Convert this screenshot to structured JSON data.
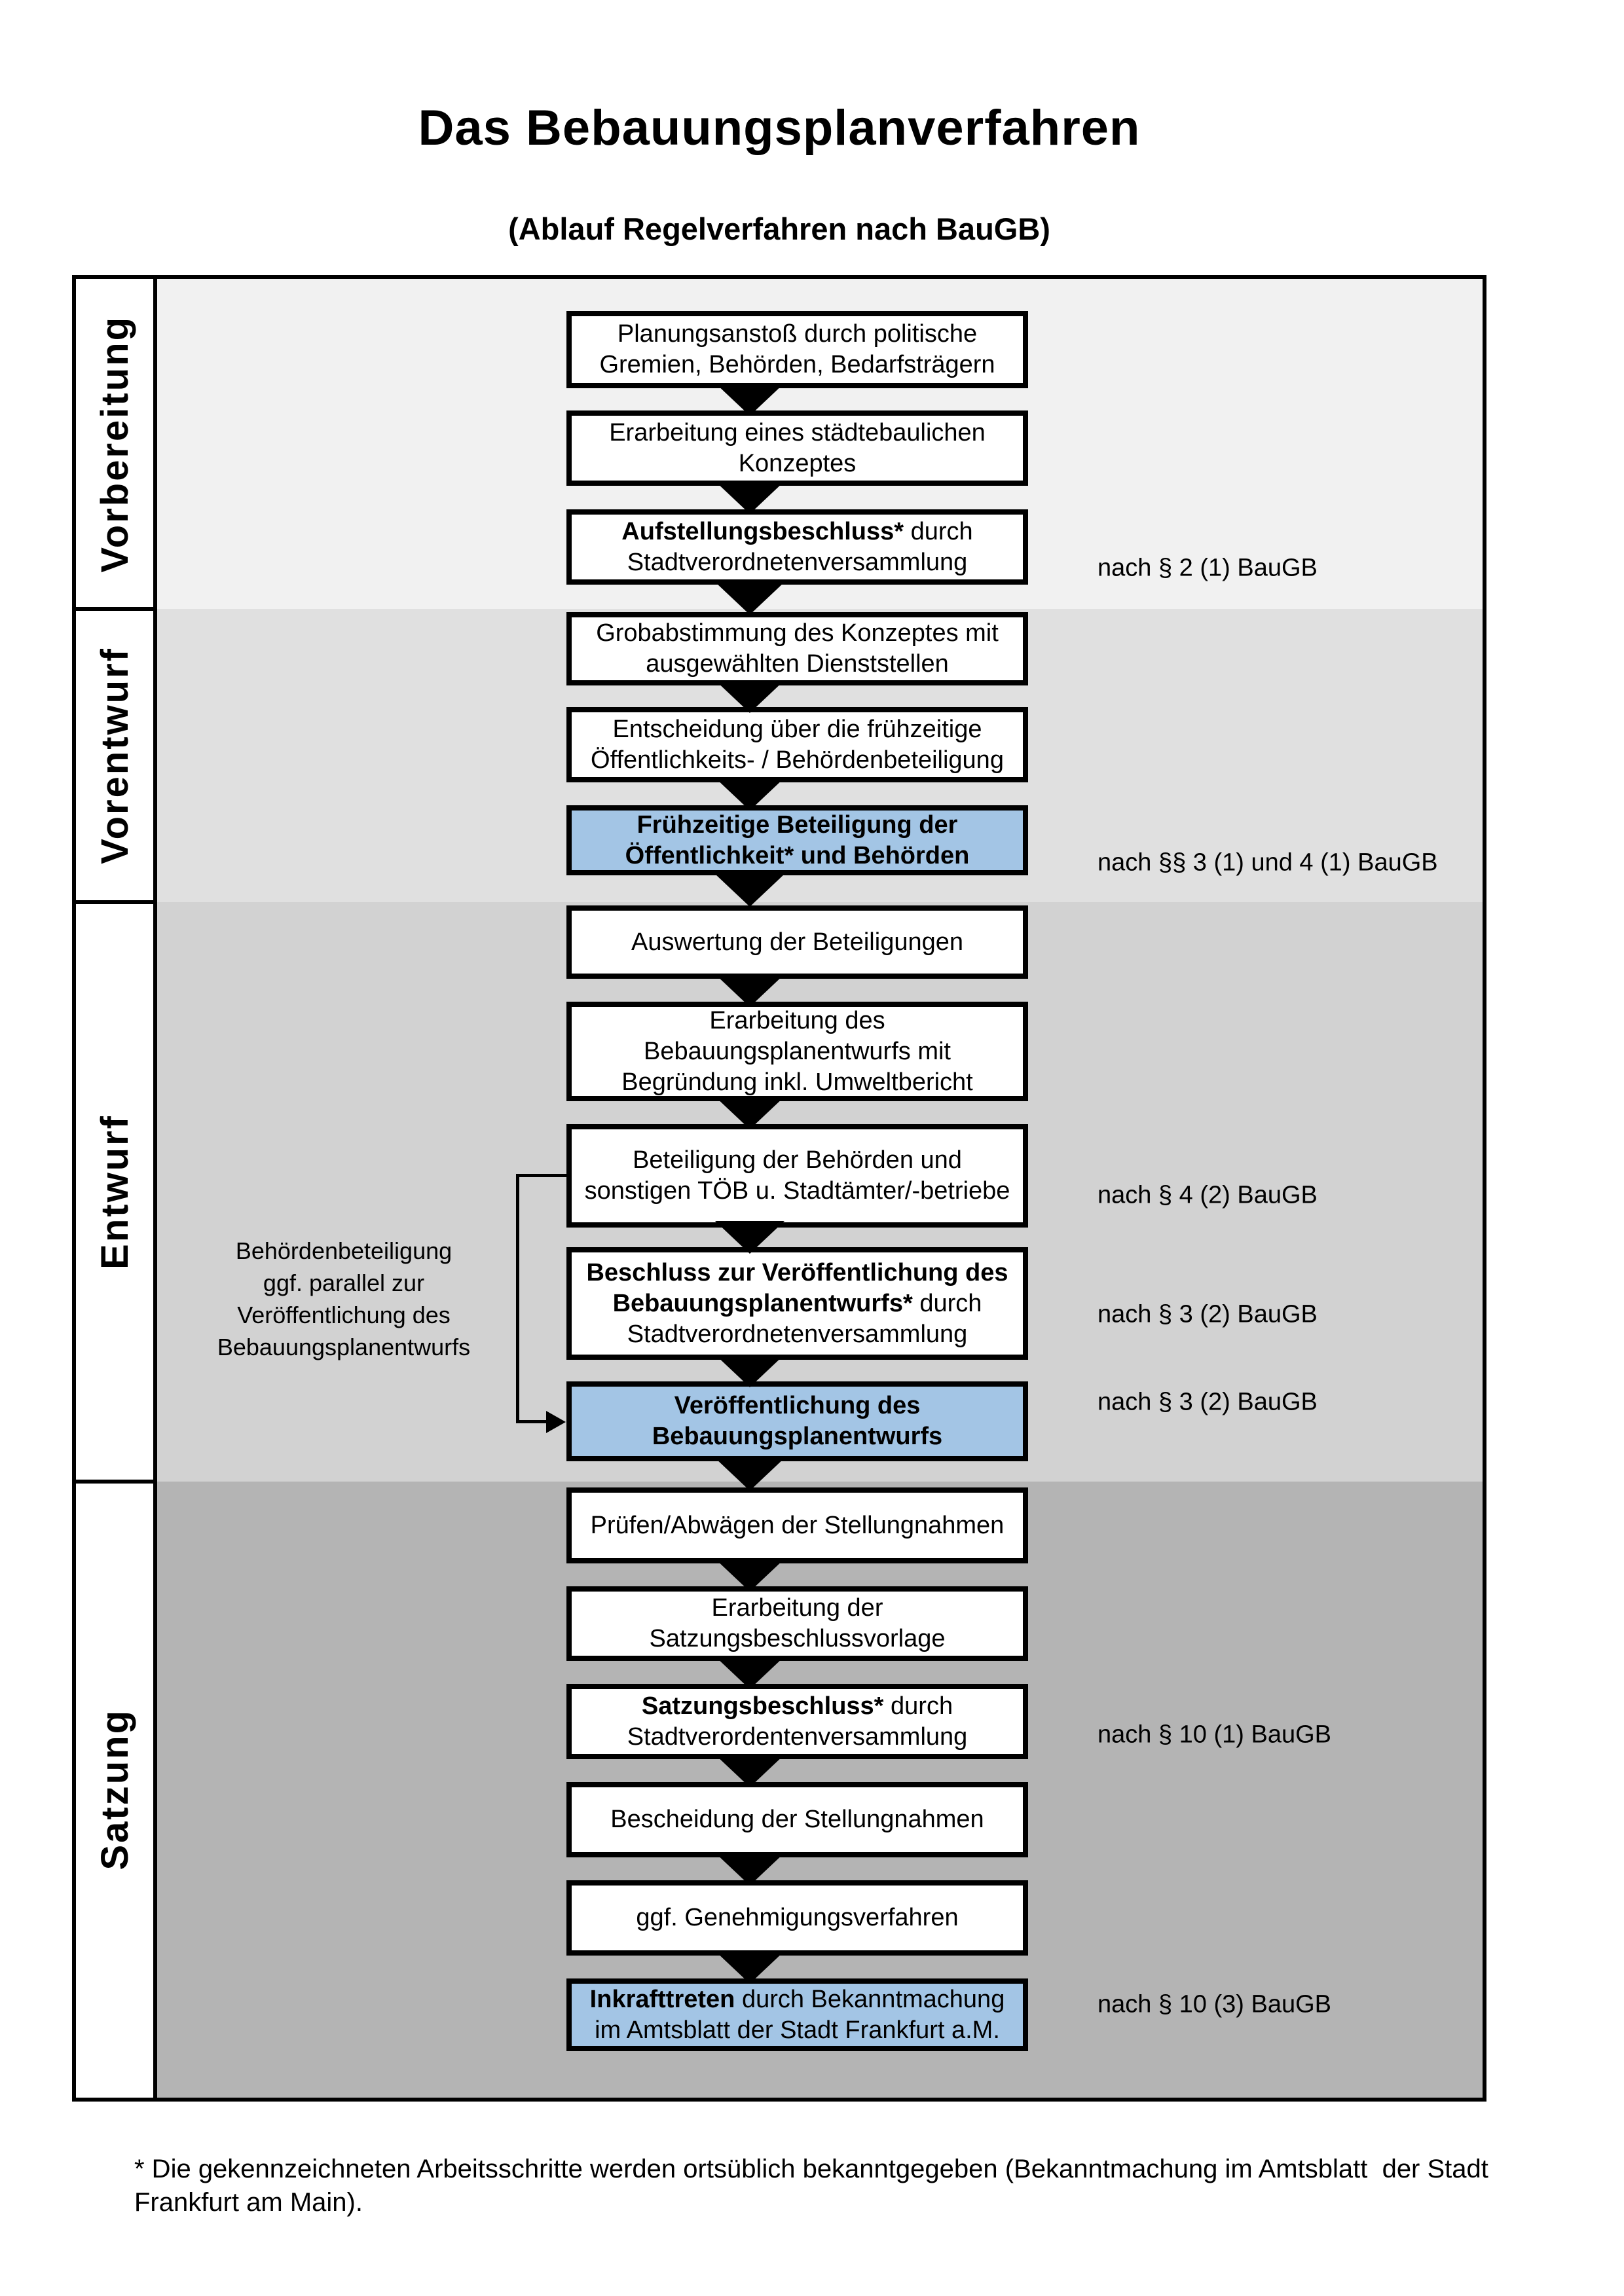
{
  "header": {
    "title": "Das Bebauungsplanverfahren",
    "subtitle": "(Ablauf Regelverfahren nach BauGB)"
  },
  "colors": {
    "band_vorbereitung": "#f1f1f1",
    "band_vorentwurf": "#e0e0e0",
    "band_entwurf": "#d2d2d2",
    "band_satzung": "#b4b4b4",
    "highlight_blue": "#a3c5e5",
    "line_black": "#000000",
    "box_white": "#ffffff"
  },
  "sections": [
    {
      "label": "Vorbereitung"
    },
    {
      "label": "Vorentwurf"
    },
    {
      "label": "Entwurf"
    },
    {
      "label": "Satzung"
    }
  ],
  "flow": {
    "boxes": [
      {
        "highlight": false,
        "lines": [
          {
            "runs": [
              {
                "text": "Planungsanstoß durch politische",
                "bold": false
              }
            ]
          },
          {
            "runs": [
              {
                "text": "Gremien, Behörden, Bedarfsträgern",
                "bold": false
              }
            ]
          }
        ]
      },
      {
        "highlight": false,
        "lines": [
          {
            "runs": [
              {
                "text": "Erarbeitung eines städtebaulichen",
                "bold": false
              }
            ]
          },
          {
            "runs": [
              {
                "text": "Konzeptes",
                "bold": false
              }
            ]
          }
        ]
      },
      {
        "highlight": false,
        "lines": [
          {
            "runs": [
              {
                "text": "Aufstellungsbeschluss*",
                "bold": true
              },
              {
                "text": " durch",
                "bold": false
              }
            ]
          },
          {
            "runs": [
              {
                "text": "Stadtverordnetenversammlung",
                "bold": false
              }
            ]
          }
        ]
      },
      {
        "highlight": false,
        "lines": [
          {
            "runs": [
              {
                "text": "Grobabstimmung des Konzeptes mit",
                "bold": false
              }
            ]
          },
          {
            "runs": [
              {
                "text": "ausgewählten Dienststellen",
                "bold": false
              }
            ]
          }
        ]
      },
      {
        "highlight": false,
        "lines": [
          {
            "runs": [
              {
                "text": "Entscheidung über die frühzeitige",
                "bold": false
              }
            ]
          },
          {
            "runs": [
              {
                "text": "Öffentlichkeits- / Behördenbeteiligung",
                "bold": false
              }
            ]
          }
        ]
      },
      {
        "highlight": true,
        "lines": [
          {
            "runs": [
              {
                "text": "Frühzeitige Beteiligung der",
                "bold": true
              }
            ]
          },
          {
            "runs": [
              {
                "text": "Öffentlichkeit* und Behörden",
                "bold": true
              }
            ]
          }
        ]
      },
      {
        "highlight": false,
        "lines": [
          {
            "runs": [
              {
                "text": "Auswertung der Beteiligungen",
                "bold": false
              }
            ]
          }
        ]
      },
      {
        "highlight": false,
        "lines": [
          {
            "runs": [
              {
                "text": "Erarbeitung des",
                "bold": false
              }
            ]
          },
          {
            "runs": [
              {
                "text": "Bebauungsplanentwurfs mit",
                "bold": false
              }
            ]
          },
          {
            "runs": [
              {
                "text": "Begründung inkl. Umweltbericht",
                "bold": false
              }
            ]
          }
        ]
      },
      {
        "highlight": false,
        "lines": [
          {
            "runs": [
              {
                "text": "Beteiligung der Behörden und",
                "bold": false
              }
            ]
          },
          {
            "runs": [
              {
                "text": "sonstigen TÖB u. Stadtämter/-betriebe",
                "bold": false
              }
            ]
          }
        ]
      },
      {
        "highlight": false,
        "lines": [
          {
            "runs": [
              {
                "text": "Beschluss zur Veröffentlichung des",
                "bold": true
              }
            ]
          },
          {
            "runs": [
              {
                "text": "Bebauungsplanentwurfs*",
                "bold": true
              },
              {
                "text": " durch",
                "bold": false
              }
            ]
          },
          {
            "runs": [
              {
                "text": "Stadtverordnetenversammlung",
                "bold": false
              }
            ]
          }
        ]
      },
      {
        "highlight": true,
        "lines": [
          {
            "runs": [
              {
                "text": "Veröffentlichung des",
                "bold": true
              }
            ]
          },
          {
            "runs": [
              {
                "text": "Bebauungsplanentwurfs",
                "bold": true
              }
            ]
          }
        ]
      },
      {
        "highlight": false,
        "lines": [
          {
            "runs": [
              {
                "text": "Prüfen/Abwägen der Stellungnahmen",
                "bold": false
              }
            ]
          }
        ]
      },
      {
        "highlight": false,
        "lines": [
          {
            "runs": [
              {
                "text": "Erarbeitung der",
                "bold": false
              }
            ]
          },
          {
            "runs": [
              {
                "text": "Satzungsbeschlussvorlage",
                "bold": false
              }
            ]
          }
        ]
      },
      {
        "highlight": false,
        "lines": [
          {
            "runs": [
              {
                "text": "Satzungsbeschluss*",
                "bold": true
              },
              {
                "text": " durch",
                "bold": false
              }
            ]
          },
          {
            "runs": [
              {
                "text": "Stadtverordentenversammlung",
                "bold": false
              }
            ]
          }
        ]
      },
      {
        "highlight": false,
        "lines": [
          {
            "runs": [
              {
                "text": "Bescheidung der Stellungnahmen",
                "bold": false
              }
            ]
          }
        ]
      },
      {
        "highlight": false,
        "lines": [
          {
            "runs": [
              {
                "text": "ggf. Genehmigungsverfahren",
                "bold": false
              }
            ]
          }
        ]
      },
      {
        "highlight": true,
        "lines": [
          {
            "runs": [
              {
                "text": "Inkrafttreten",
                "bold": true
              },
              {
                "text": " durch Bekanntmachung",
                "bold": false
              }
            ]
          },
          {
            "runs": [
              {
                "text": "im Amtsblatt der Stadt Frankfurt a.M.",
                "bold": false
              }
            ]
          }
        ]
      }
    ]
  },
  "annotations": [
    {
      "text": "nach § 2 (1) BauGB"
    },
    {
      "text": "nach §§ 3 (1) und 4 (1) BauGB"
    },
    {
      "text": "nach § 4 (2) BauGB"
    },
    {
      "text": "nach § 3 (2) BauGB"
    },
    {
      "text": "nach § 3 (2) BauGB"
    },
    {
      "text": "nach § 10 (1) BauGB"
    },
    {
      "text": "nach § 10 (3) BauGB"
    }
  ],
  "side_note": {
    "lines": [
      "Behördenbeteiligung",
      "ggf. parallel zur",
      "Veröffentlichung des",
      "Bebauungsplanentwurfs"
    ]
  },
  "footnote": {
    "text": "* Die gekennzeichneten Arbeitsschritte werden ortsüblich bekanntgegeben (Bekanntmachung im Amtsblatt  der Stadt Frankfurt am Main)."
  }
}
